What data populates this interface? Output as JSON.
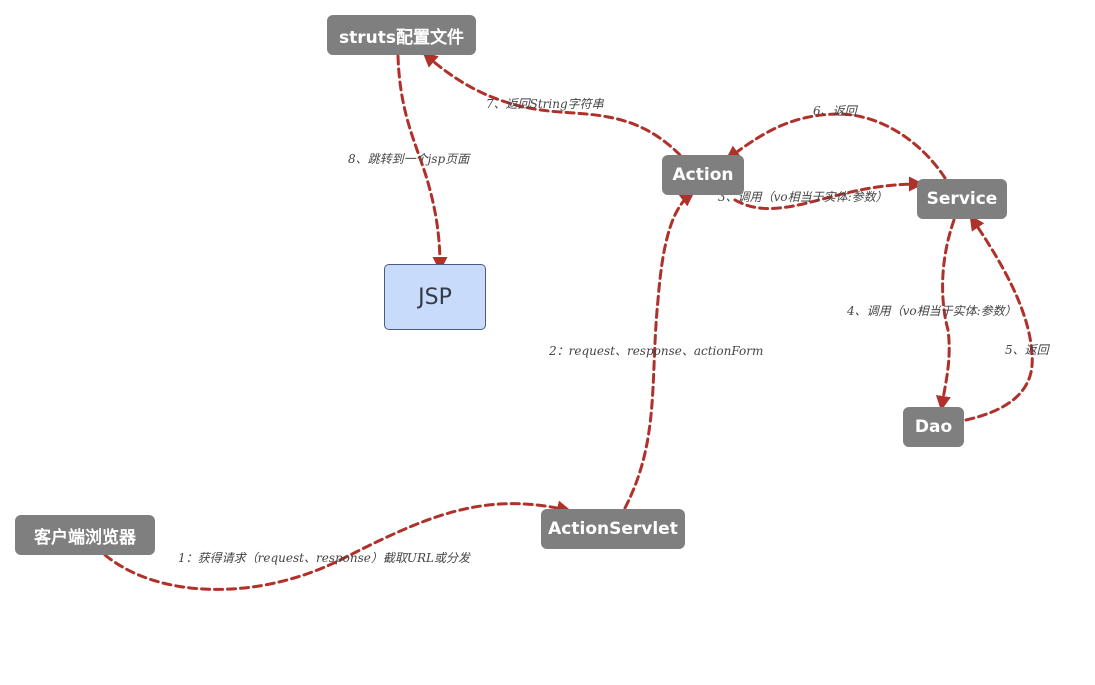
{
  "nodes": {
    "struts": "struts配置文件",
    "jsp": "JSP",
    "action": "Action",
    "service": "Service",
    "dao": "Dao",
    "browser": "客户端浏览器",
    "servlet": "ActionServlet"
  },
  "edges": {
    "e1": "1：获得请求（request、response）截取URL或分发",
    "e2": "2：request、response、actionForm",
    "e3": "3、调用（vo相当于实体:参数）",
    "e4": "4、调用（vo相当于实体:参数）",
    "e5": "5、返回",
    "e6": "6、返回",
    "e7": "7、返回String字符串",
    "e8": "8、跳转到一个jsp页面"
  },
  "colors": {
    "node_fill": "#7f7f7f",
    "jsp_fill": "#c9dbfa",
    "edge": "#b0302a"
  }
}
